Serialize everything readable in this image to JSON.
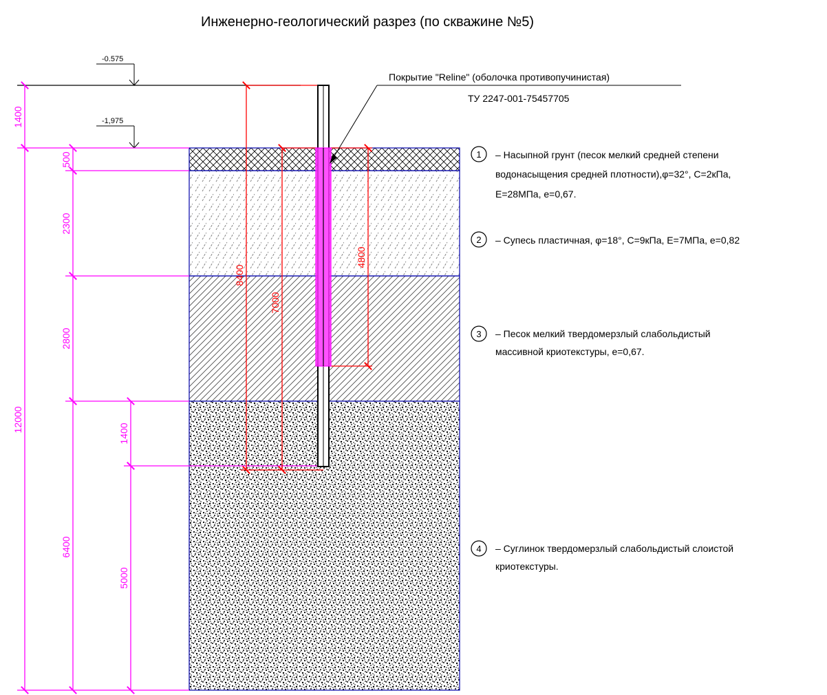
{
  "title": "Инженерно-геологический разрез (по скважине №5)",
  "levels": {
    "top": "-0.575",
    "ground": "-1,975"
  },
  "coating": {
    "line1": "Покрытие \"Reline\" (оболочка противопучинистая)",
    "line2": "ТУ 2247-001-75457705"
  },
  "left_dims": {
    "d1400": "1400",
    "d12000": "12000"
  },
  "layer_dims": {
    "d500": "500",
    "d2300": "2300",
    "d2800": "2800",
    "d6400": "6400"
  },
  "pile_dims": {
    "d1400": "1400",
    "d5000": "5000"
  },
  "red_dims": {
    "d8400": "8400",
    "d7000": "7000",
    "d4800": "4800"
  },
  "layers": [
    {
      "num": "1",
      "line1": "– Насыпной грунт (песок мелкий средней степени",
      "line2": "водонасыщения средней плотности),φ=32°, C=2кПа,",
      "line3": "E=28МПа, е=0,67."
    },
    {
      "num": "2",
      "line1": "– Супесь пластичная, φ=18°, C=9кПа, E=7МПа, е=0,82"
    },
    {
      "num": "3",
      "line1": "– Песок мелкий твердомерзлый слабольдистый",
      "line2": "массивной криотекстуры, е=0,67."
    },
    {
      "num": "4",
      "line1": "– Суглинок твердомерзлый слабольдистый слоистой",
      "line2": "криотекстуры."
    }
  ],
  "colors": {
    "dimension": "#ff00ff",
    "pile_dimension": "#ff0000",
    "layer_border": "#0000aa",
    "coating": "#ff00ff"
  }
}
